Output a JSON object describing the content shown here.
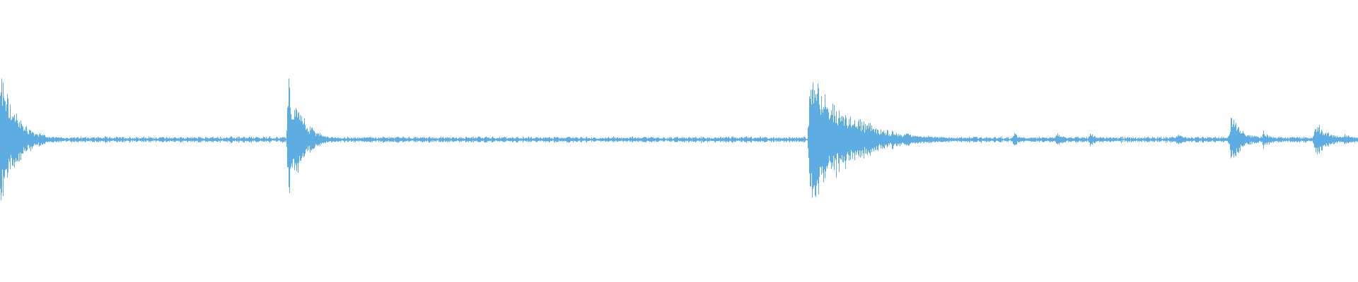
{
  "waveform": {
    "color": "#5dade2",
    "background": "#ffffff",
    "baseline_amplitude": 0.02,
    "transients": [
      {
        "time": 0.0,
        "peak": 0.58,
        "decay": 0.012
      },
      {
        "time": 0.212,
        "peak": 0.56,
        "decay": 0.01
      },
      {
        "time": 0.596,
        "peak": 0.54,
        "decay": 0.03
      },
      {
        "time": 0.746,
        "peak": 0.06,
        "decay": 0.006
      },
      {
        "time": 0.778,
        "peak": 0.06,
        "decay": 0.006
      },
      {
        "time": 0.802,
        "peak": 0.06,
        "decay": 0.006
      },
      {
        "time": 0.866,
        "peak": 0.05,
        "decay": 0.008
      },
      {
        "time": 0.906,
        "peak": 0.2,
        "decay": 0.01
      },
      {
        "time": 0.93,
        "peak": 0.08,
        "decay": 0.006
      },
      {
        "time": 0.968,
        "peak": 0.16,
        "decay": 0.01
      },
      {
        "time": 0.99,
        "peak": 0.06,
        "decay": 0.006
      }
    ]
  }
}
